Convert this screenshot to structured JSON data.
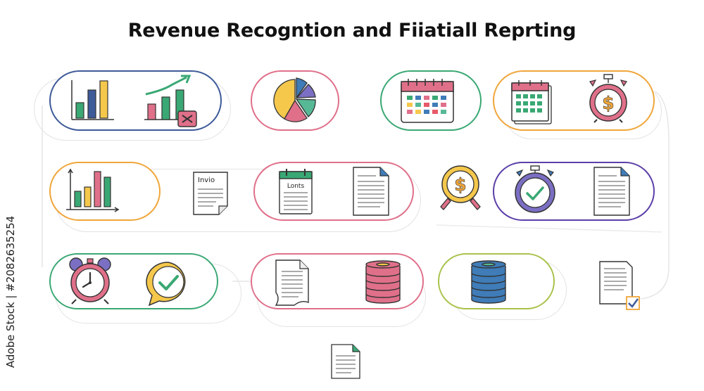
{
  "title": "Revenue Recogntion and Fiiatiall Reprting",
  "watermark": "Adobe Stock | #2082635254",
  "labels": {
    "invoice_tag": "Invio",
    "calendar_tag": "Lonts"
  },
  "colors": {
    "navy": "#3d5a99",
    "pink": "#e0708a",
    "green": "#3aa874",
    "orange": "#f0a63a",
    "purple": "#5b3fa8",
    "lime": "#a8c24a",
    "teal": "#57b896",
    "blue": "#3f7cb8",
    "yellow": "#f5c84c",
    "red": "#e85a6a"
  },
  "icons": [
    "bar-chart-icon",
    "growth-chart-icon",
    "pie-chart-icon",
    "calendar-icon",
    "calendar-stack-icon",
    "stopwatch-dollar-icon",
    "axis-bar-chart-icon",
    "invoice-document-icon",
    "calendar-notes-icon",
    "document-icon",
    "dollar-magnifier-icon",
    "stopwatch-check-icon",
    "alarm-clock-icon",
    "check-bubble-icon",
    "curled-document-icon",
    "pink-coin-stack-icon",
    "blue-coin-stack-icon",
    "checked-document-icon"
  ]
}
